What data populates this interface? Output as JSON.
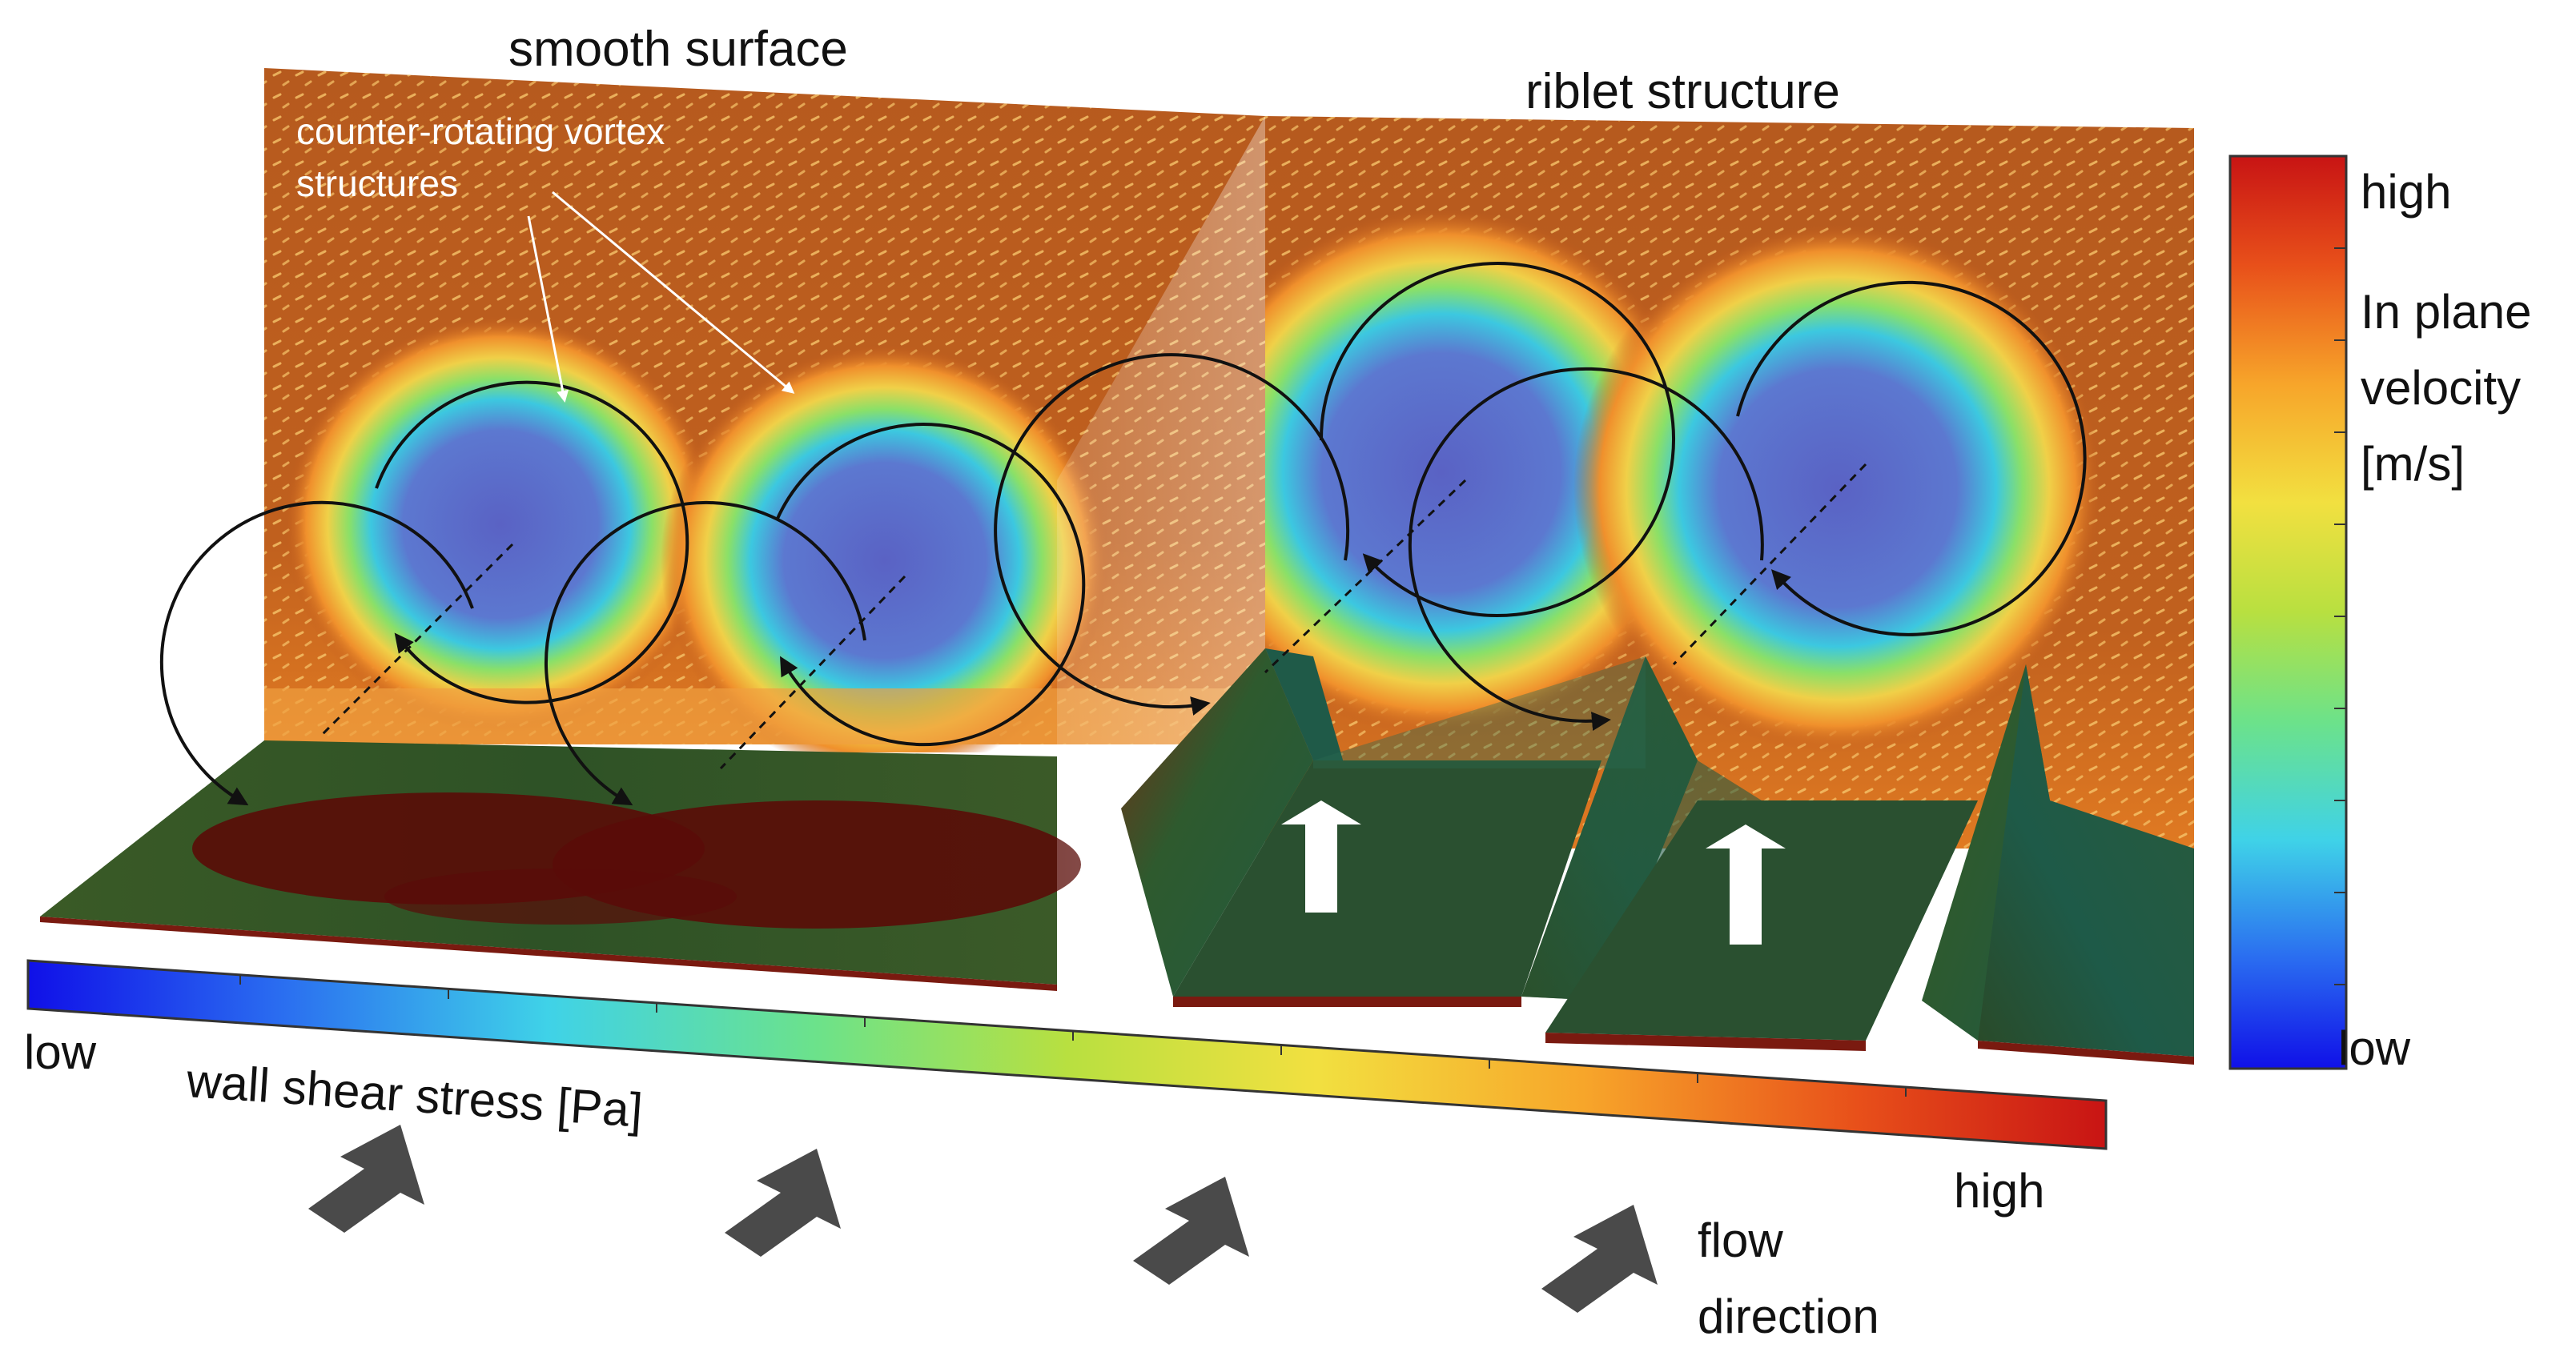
{
  "labels": {
    "smooth_surface": "smooth surface",
    "riblet_structure": "riblet structure",
    "vortex_line1": "counter-rotating vortex",
    "vortex_line2": "structures",
    "flow_line1": "flow",
    "flow_line2": "direction"
  },
  "velocity_scale": {
    "high": "high",
    "low": "low",
    "title_line1": "In plane",
    "title_line2": "velocity",
    "title_line3": "[m/s]",
    "stops": [
      "#1010e8",
      "#2a6cf0",
      "#3fd2e8",
      "#6ce28a",
      "#b8e040",
      "#f2e040",
      "#f7a52a",
      "#e8501a",
      "#c81414"
    ]
  },
  "shear_scale": {
    "low": "low",
    "high": "high",
    "title": "wall shear stress [Pa]",
    "stops": [
      "#1010e8",
      "#2a6cf0",
      "#3fd2e8",
      "#6ce28a",
      "#b8e040",
      "#f2e040",
      "#f7a52a",
      "#e8501a",
      "#c81414"
    ]
  },
  "colors": {
    "field_background": "#b85a1c",
    "vortex_core": "#5a66c8",
    "surface_green": "#2f5a28",
    "surface_dark_red": "#5a0c08",
    "arrow_grey": "#4a4a4a"
  }
}
